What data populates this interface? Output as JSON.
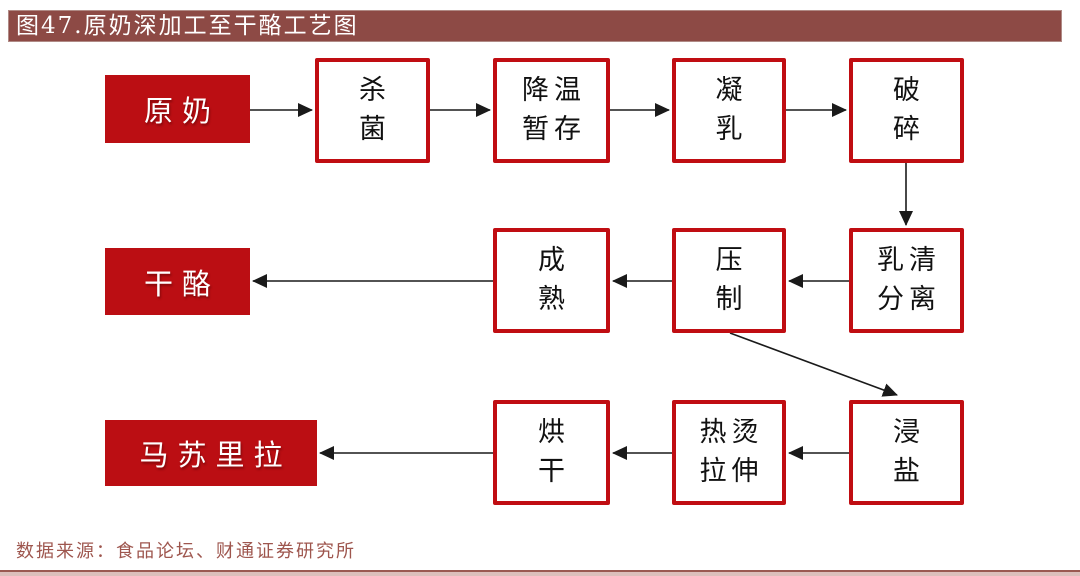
{
  "figure": {
    "title": "图47.原奶深加工至干酪工艺图",
    "source": "数据来源：食品论坛、财通证券研究所"
  },
  "colors": {
    "title_bar_bg": "#8D4A45",
    "title_text": "#FFFFFF",
    "terminal_fill_red": "#BB0E13",
    "step_border_red": "#C00D12",
    "step_text": "#111111",
    "terminal_text": "#FFFFFF",
    "arrow_black": "#1A1A1A",
    "source_text": "#9E564E",
    "background": "#FFFFFF"
  },
  "nodes": {
    "raw_milk": {
      "label": "原奶",
      "type": "terminal"
    },
    "sterilize": {
      "label": "杀\n菌",
      "type": "step"
    },
    "cool_store": {
      "label": "降温\n暂存",
      "type": "step"
    },
    "curdle": {
      "label": "凝\n乳",
      "type": "step"
    },
    "crush": {
      "label": "破\n碎",
      "type": "step"
    },
    "cheese": {
      "label": "干酪",
      "type": "terminal"
    },
    "mature": {
      "label": "成\n熟",
      "type": "step"
    },
    "press": {
      "label": "压\n制",
      "type": "step"
    },
    "whey_separation": {
      "label": "乳清\n分离",
      "type": "step"
    },
    "mozzarella": {
      "label": "马苏里拉",
      "type": "terminal"
    },
    "dry": {
      "label": "烘\n干",
      "type": "step"
    },
    "scald_stretch": {
      "label": "热烫\n拉伸",
      "type": "step"
    },
    "brine": {
      "label": "浸\n盐",
      "type": "step"
    }
  },
  "edges": [
    {
      "from": "raw_milk",
      "to": "sterilize"
    },
    {
      "from": "sterilize",
      "to": "cool_store"
    },
    {
      "from": "cool_store",
      "to": "curdle"
    },
    {
      "from": "curdle",
      "to": "crush"
    },
    {
      "from": "crush",
      "to": "whey_separation"
    },
    {
      "from": "whey_separation",
      "to": "press"
    },
    {
      "from": "press",
      "to": "mature"
    },
    {
      "from": "mature",
      "to": "cheese"
    },
    {
      "from": "press",
      "to": "brine"
    },
    {
      "from": "brine",
      "to": "scald_stretch"
    },
    {
      "from": "scald_stretch",
      "to": "dry"
    },
    {
      "from": "dry",
      "to": "mozzarella"
    }
  ]
}
